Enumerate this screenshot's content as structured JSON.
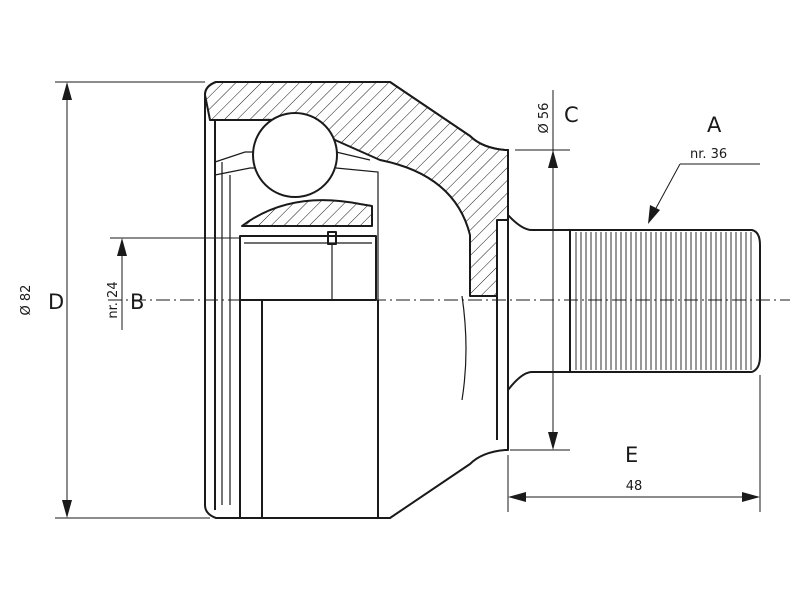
{
  "labels": {
    "A": "A",
    "A_value": "nr. 36",
    "B": "B",
    "B_value": "nr. 24",
    "C": "C",
    "C_value": "Ø 56",
    "D": "D",
    "D_value": "Ø 82",
    "E": "E",
    "E_value": "48"
  }
}
